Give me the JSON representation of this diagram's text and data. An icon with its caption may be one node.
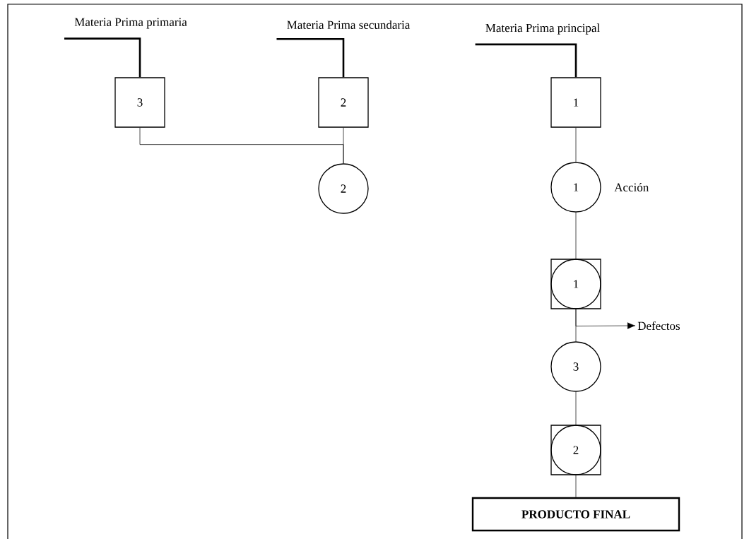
{
  "diagram": {
    "nodes": [
      {
        "text": [
          "Materia Prima primaria"
        ]
      },
      {
        "text": [
          "Materia Prima secundaria"
        ]
      },
      {
        "text": [
          "Materia Prima principal"
        ]
      },
      {
        "text": [
          "3"
        ]
      },
      {
        "text": [
          "2"
        ]
      },
      {
        "text": [
          "2"
        ]
      },
      {
        "text": [
          "1"
        ]
      },
      {
        "text": [
          "1"
        ],
        "beside": [
          "Acción"
        ]
      },
      {
        "text": [
          "1"
        ]
      },
      {
        "text": [
          "3"
        ]
      },
      {
        "text": [
          "2"
        ]
      },
      {
        "text": [
          "PRODUCTO FINAL"
        ]
      },
      {
        "text": [
          "Defectos"
        ]
      }
    ],
    "edges": [
      {
        "from": 0,
        "to": 3,
        "arrow": "none",
        "style": "thick"
      },
      {
        "from": 1,
        "to": 4,
        "arrow": "none",
        "style": "thick"
      },
      {
        "from": 2,
        "to": 6,
        "arrow": "none",
        "style": "thick"
      },
      {
        "from": 3,
        "to": 5,
        "arrow": "none"
      },
      {
        "from": 4,
        "to": 5,
        "arrow": "none"
      },
      {
        "from": 6,
        "to": 7,
        "arrow": "none"
      },
      {
        "from": 7,
        "to": 8,
        "arrow": "none"
      },
      {
        "from": 8,
        "to": 9,
        "arrow": "none"
      },
      {
        "from": 9,
        "to": 10,
        "arrow": "none"
      },
      {
        "from": 10,
        "to": 11,
        "arrow": "none"
      },
      {
        "from": 8,
        "to": 12,
        "arrow": "to"
      }
    ]
  }
}
